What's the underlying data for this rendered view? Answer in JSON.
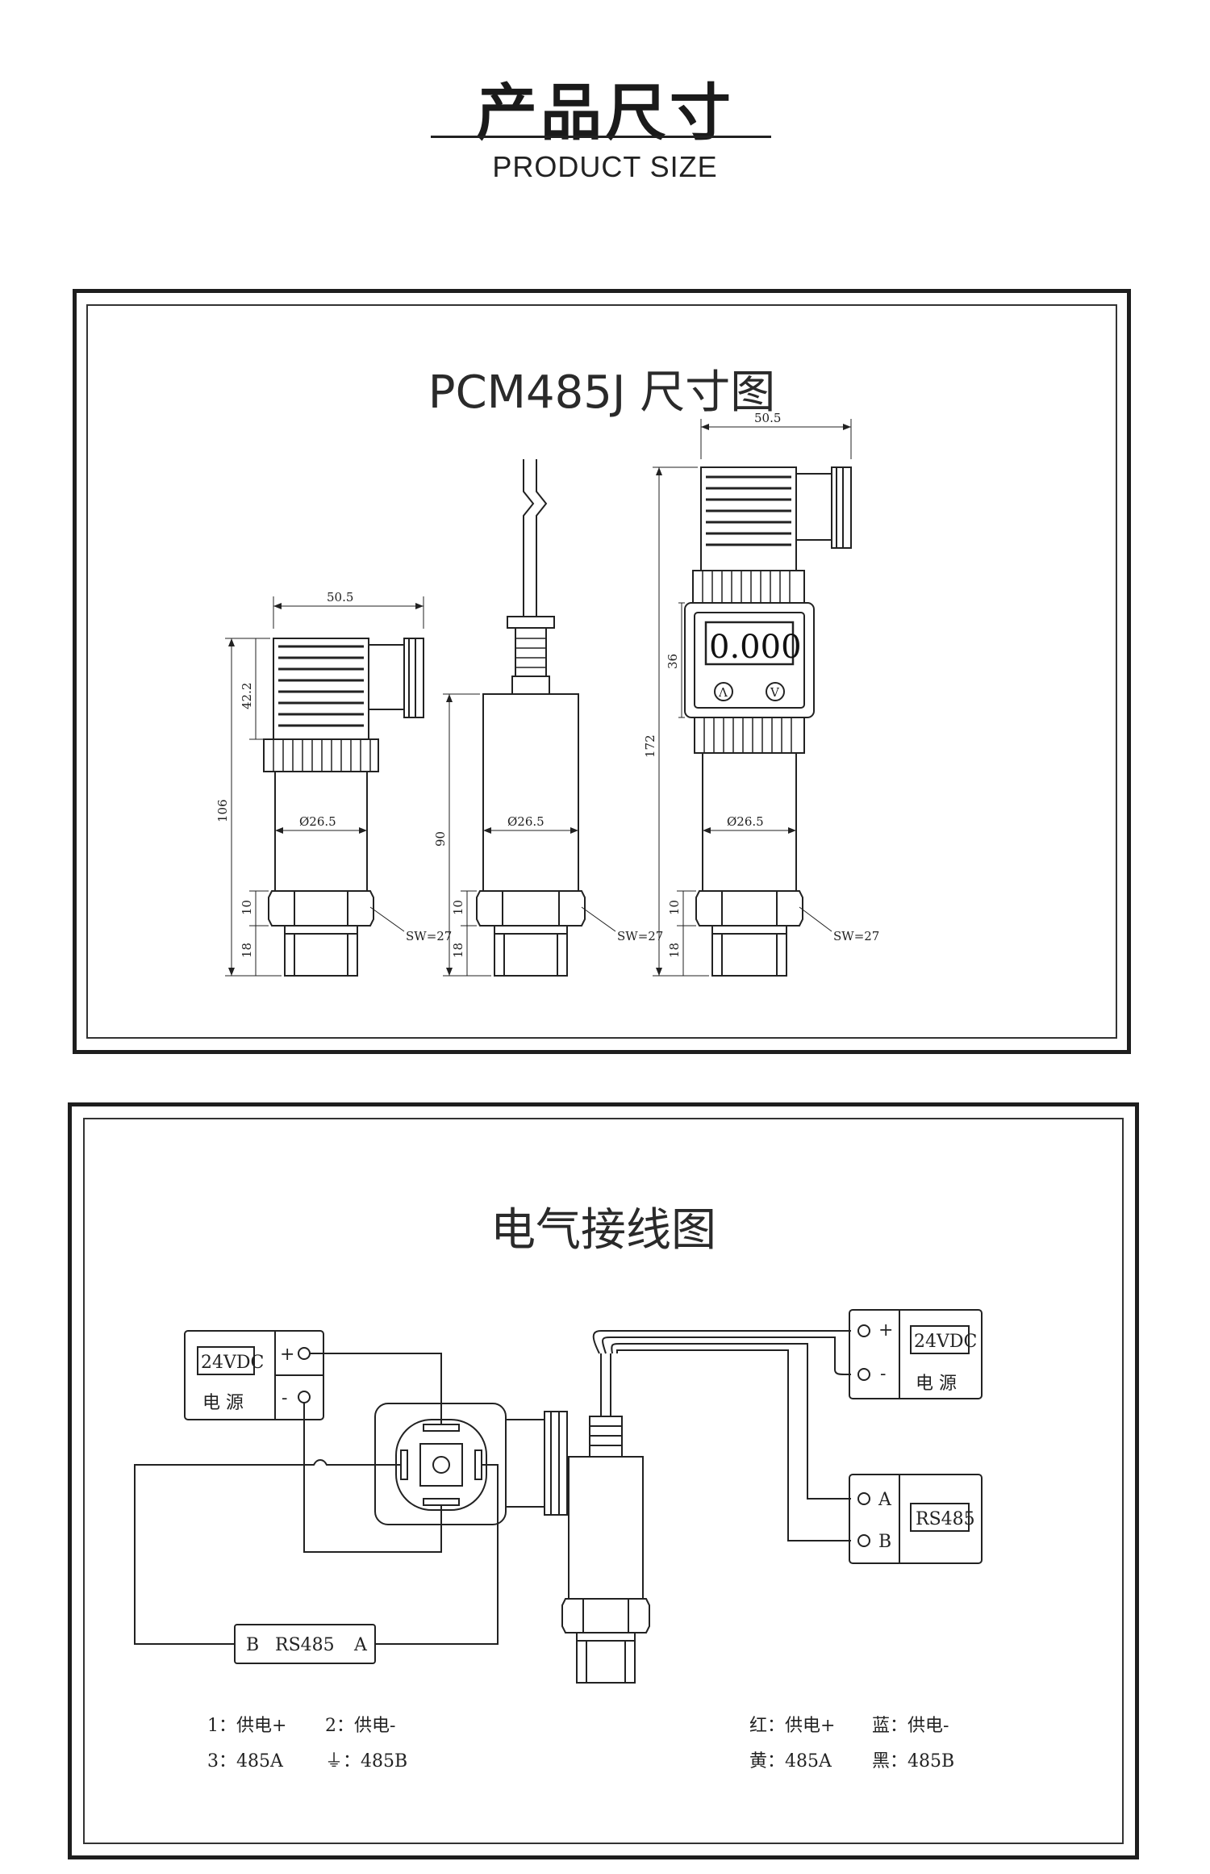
{
  "header": {
    "title_cn": "产品尺寸",
    "title_en": "PRODUCT SIZE"
  },
  "dimension_panel": {
    "title": "PCM485J 尺寸图",
    "left_drawing": {
      "top_width": "50.5",
      "height_total": "106",
      "connector_height": "42.2",
      "diameter": "Ø26.5",
      "hex_height": "10",
      "thread_height": "18",
      "wrench": "SW=27"
    },
    "middle_drawing": {
      "height": "90",
      "diameter": "Ø26.5",
      "hex_height": "10",
      "thread_height": "18",
      "wrench": "SW=27"
    },
    "right_drawing": {
      "top_width": "50.5",
      "height_total": "172",
      "display_height": "36",
      "display_value": "0.000",
      "btn_left": "Λ",
      "btn_right": "V",
      "diameter": "Ø26.5",
      "hex_height": "10",
      "thread_height": "18",
      "wrench": "SW=27"
    }
  },
  "wiring_panel": {
    "title": "电气接线图",
    "left": {
      "power_label": "24VDC",
      "power_sub": "电 源",
      "plus": "+",
      "minus": "-",
      "rs485_left": "B",
      "rs485_mid": "RS485",
      "rs485_right": "A",
      "legend_1": "1：供电+",
      "legend_2": "2：供电-",
      "legend_3": "3：485A",
      "legend_4": "⏚：485B"
    },
    "right": {
      "power_label": "24VDC",
      "power_sub": "电 源",
      "plus": "+",
      "minus": "-",
      "rs485_label": "RS485",
      "term_a": "A",
      "term_b": "B",
      "legend_1": "红：供电+",
      "legend_2": "蓝：供电-",
      "legend_3": "黄：485A",
      "legend_4": "黑：485B"
    }
  }
}
